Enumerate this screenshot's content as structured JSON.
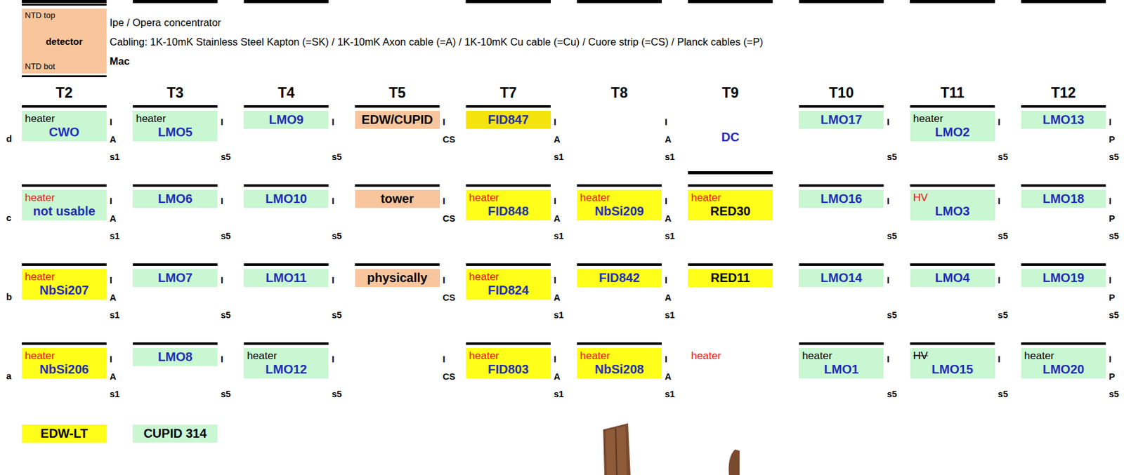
{
  "diagram": {
    "nodes": [
      {
        "text": [
          "NTD top",
          "detector",
          "NTD bot"
        ]
      },
      {
        "text": [
          "heater",
          "CWO"
        ]
      },
      {
        "text": [
          "heater",
          "LMO5"
        ]
      },
      {
        "text": [
          "LMO9"
        ]
      },
      {
        "text": [
          "EDW/CUPID"
        ]
      },
      {
        "text": [
          "FID847"
        ]
      },
      {
        "text": [
          "LMO17"
        ]
      },
      {
        "text": [
          "heater",
          "LMO2"
        ]
      },
      {
        "text": [
          "LMO13"
        ]
      },
      {
        "text": [
          "heater",
          "not usable"
        ]
      },
      {
        "text": [
          "LMO6"
        ]
      },
      {
        "text": [
          "LMO10"
        ]
      },
      {
        "text": [
          "tower"
        ]
      },
      {
        "text": [
          "heater",
          "FID848"
        ]
      },
      {
        "text": [
          "heater",
          "NbSi209"
        ]
      },
      {
        "text": [
          "heater",
          "RED30"
        ]
      },
      {
        "text": [
          "LMO16"
        ]
      },
      {
        "text": [
          "HV",
          "LMO3"
        ]
      },
      {
        "text": [
          "LMO18"
        ]
      },
      {
        "text": [
          "heater",
          "NbSi207"
        ]
      },
      {
        "text": [
          "LMO7"
        ]
      },
      {
        "text": [
          "LMO11"
        ]
      },
      {
        "text": [
          "physically"
        ]
      },
      {
        "text": [
          "heater",
          "FID824"
        ]
      },
      {
        "text": [
          "FID842"
        ]
      },
      {
        "text": [
          "RED11"
        ]
      },
      {
        "text": [
          "LMO14"
        ]
      },
      {
        "text": [
          "LMO4"
        ]
      },
      {
        "text": [
          "LMO19"
        ]
      },
      {
        "text": [
          "heater",
          "NbSi206"
        ]
      },
      {
        "text": [
          "LMO8"
        ]
      },
      {
        "text": [
          "heater",
          "LMO12"
        ]
      },
      {
        "text": [
          "heater",
          "FID803"
        ]
      },
      {
        "text": [
          "heater",
          "NbSi208"
        ]
      },
      {
        "text": [
          "heater",
          "LMO1"
        ]
      },
      {
        "text": [
          "HV",
          "LMO15"
        ]
      },
      {
        "text": [
          "heater",
          "LMO20"
        ]
      },
      {
        "text": [
          "EDW-LT"
        ]
      },
      {
        "text": [
          "CUPID 314"
        ]
      }
    ],
    "labels": [
      "Ipe / Opera concentrator",
      "Cabling: 1K-10mK Stainless Steel Kapton (=SK) / 1K-10mK Axon cable (=A) / 1K-10mK Cu cable (=Cu) / Cuore strip (=CS) / Planck cables (=P)",
      "Mac",
      "T2",
      "T3",
      "T4",
      "T5",
      "T7",
      "T8",
      "T9",
      "T10",
      "T11",
      "T12",
      "d",
      "I",
      "A",
      "s1",
      "I",
      "s5",
      "I",
      "s5",
      "I",
      "CS",
      "I",
      "A",
      "s1",
      "I",
      "A",
      "s1",
      "DC",
      "I",
      "s5",
      "I",
      "s5",
      "I",
      "P",
      "s5",
      "c",
      "I",
      "A",
      "s1",
      "I",
      "s5",
      "I",
      "s5",
      "I",
      "CS",
      "I",
      "A",
      "s1",
      "I",
      "A",
      "s1",
      "I",
      "s5",
      "I",
      "s5",
      "I",
      "P",
      "s5",
      "b",
      "I",
      "A",
      "s1",
      "I",
      "s5",
      "I",
      "s5",
      "I",
      "CS",
      "I",
      "A",
      "s1",
      "I",
      "A",
      "s1",
      "I",
      "s5",
      "I",
      "s5",
      "I",
      "P",
      "s5",
      "a",
      "I",
      "A",
      "s1",
      "I",
      "s5",
      "I",
      "s5",
      "I",
      "CS",
      "I",
      "A",
      "s1",
      "I",
      "A",
      "s1",
      "heater",
      "I",
      "s5",
      "I",
      "s5",
      "I",
      "P",
      "s5"
    ]
  }
}
